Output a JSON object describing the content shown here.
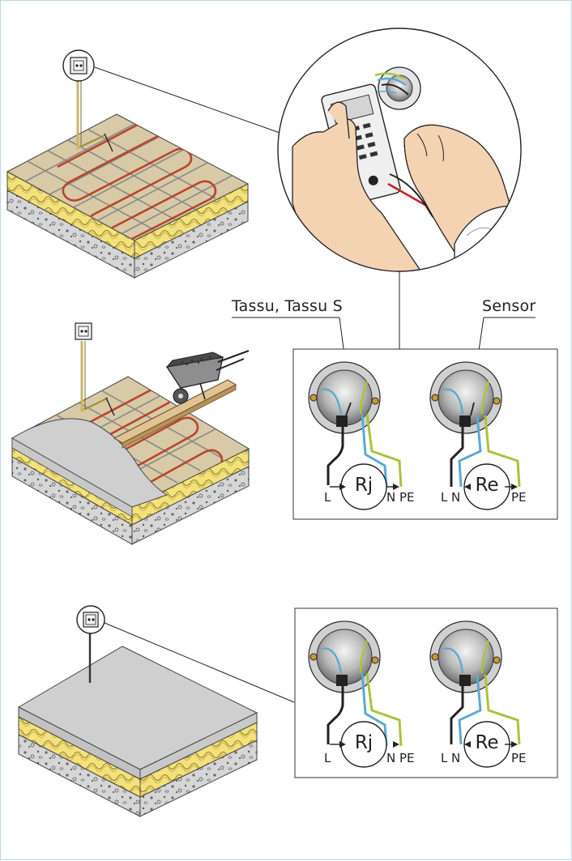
{
  "callouts": {
    "tassu": "Tassu, Tassu S",
    "sensor": "Sensor"
  },
  "panels": [
    {
      "coil_left": "Rj",
      "coil_right": "Re",
      "left_terms": [
        "L",
        "N",
        "PE"
      ],
      "right_terms": [
        "L",
        "N",
        "PE"
      ]
    },
    {
      "coil_left": "Rj",
      "coil_right": "Re",
      "left_terms": [
        "L",
        "N",
        "PE"
      ],
      "right_terms": [
        "L",
        "N",
        "PE"
      ]
    }
  ],
  "colors": {
    "insulation": "#f2e27a",
    "concrete": "#d8d8d8",
    "base": "#d9ccaa",
    "heating_cable": "#b8452e",
    "blue_wire": "#5da9cf",
    "green_wire": "#a8c43c",
    "frame": "#b9d7e6"
  }
}
